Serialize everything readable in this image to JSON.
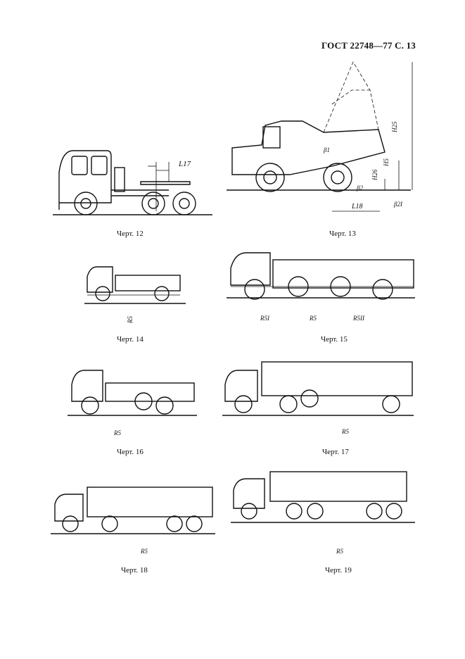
{
  "header": {
    "text": "ГОСТ 22748—77 С. 13"
  },
  "figures": [
    {
      "caption": "Черт. 12",
      "labels": {
        "l17": "L17"
      }
    },
    {
      "caption": "Черт. 13",
      "labels": {
        "h25": "H25",
        "h5": "H5",
        "h26": "H26",
        "beta1": "β1",
        "beta2": "β2",
        "beta2t": "β2I",
        "l18": "L18"
      }
    },
    {
      "caption": "Черт. 14",
      "labels": {
        "r5": "R5"
      }
    },
    {
      "caption": "Черт. 15",
      "labels": {
        "r5i": "R5I",
        "r5": "R5",
        "r5ii": "R5II"
      }
    },
    {
      "caption": "Черт. 16",
      "labels": {
        "r5": "R5"
      }
    },
    {
      "caption": "Черт. 17",
      "labels": {
        "r5": "R5"
      }
    },
    {
      "caption": "Черт. 18",
      "labels": {
        "r5": "R5"
      }
    },
    {
      "caption": "Черт. 19",
      "labels": {
        "r5": "R5"
      }
    }
  ]
}
